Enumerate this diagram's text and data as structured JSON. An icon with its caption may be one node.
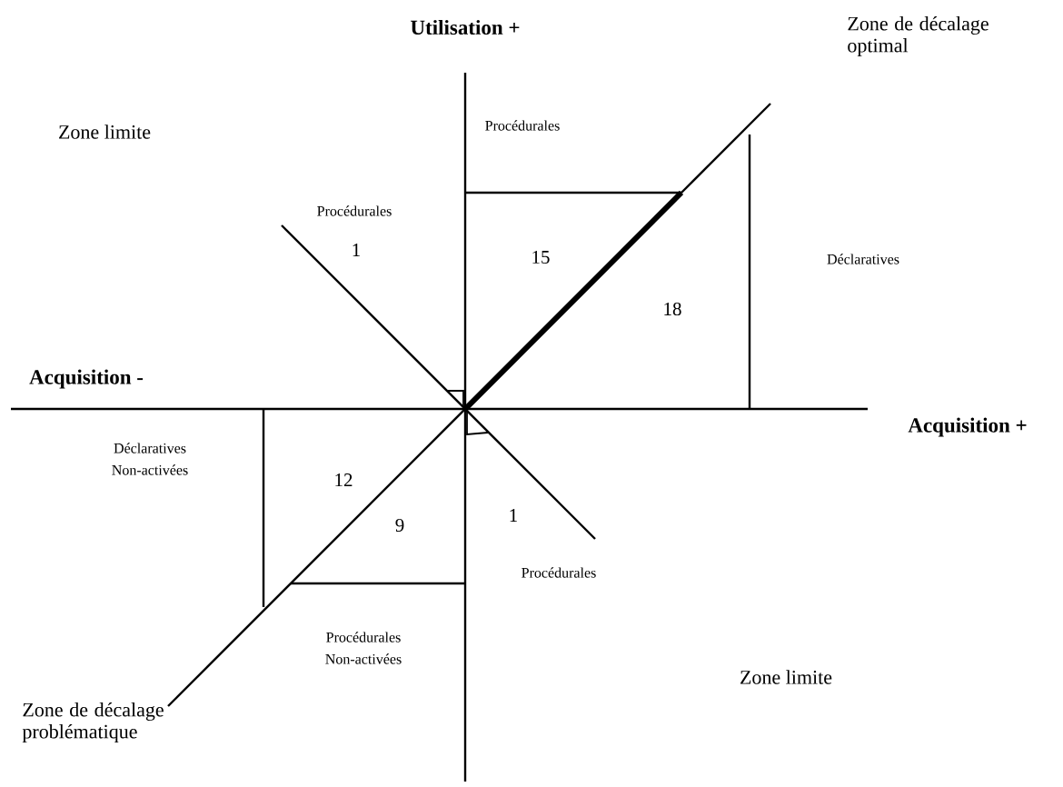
{
  "diagram": {
    "labels": [
      "Utilisation +",
      "Zone de décalage optimal",
      "Procédurales",
      "Zone limite",
      "Procédurales",
      "1",
      "15",
      "Déclaratives",
      "18",
      "Acquisition -",
      "Acquisition +",
      "Déclaratives Non-activées",
      "12",
      "9",
      "1",
      "Procédurales",
      "Procédurales Non-activées",
      "Zone limite",
      "Zone de décalage problématique"
    ]
  }
}
